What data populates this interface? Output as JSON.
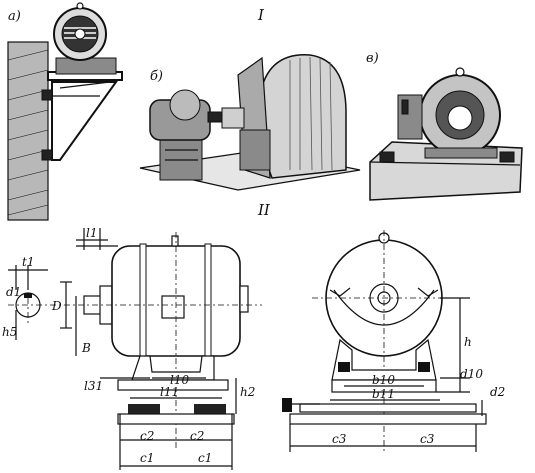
{
  "labels": {
    "part_I": "I",
    "part_II": "II",
    "fig_a": "а)",
    "fig_b": "б)",
    "fig_v": "в)"
  },
  "dimensions": {
    "l1": "l1",
    "t1": "t1",
    "d1": "d1",
    "D": "D",
    "h5": "h5",
    "B": "B",
    "l31": "l31",
    "l10": "l10",
    "l11": "l11",
    "h2": "h2",
    "c2_left": "c2",
    "c2_right": "c2",
    "c1_left": "c1",
    "c1_right": "c1",
    "h": "h",
    "b10": "b10",
    "d10": "d10",
    "b11": "b11",
    "d2": "d2",
    "c3_left": "c3",
    "c3_right": "c3"
  }
}
